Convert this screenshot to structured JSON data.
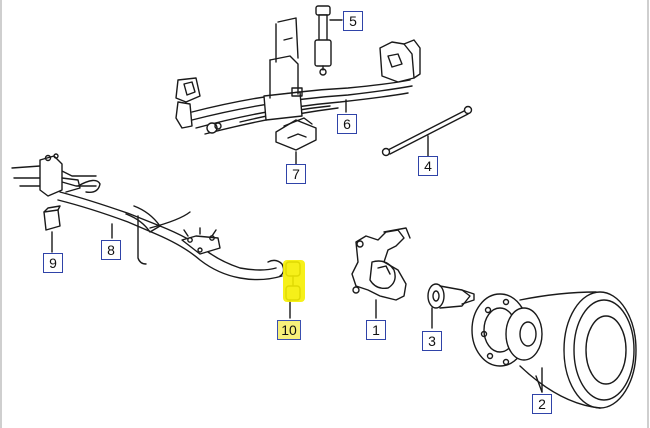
{
  "callouts": [
    {
      "id": "c1",
      "label": "1"
    },
    {
      "id": "c2",
      "label": "2"
    },
    {
      "id": "c3",
      "label": "3"
    },
    {
      "id": "c4",
      "label": "4"
    },
    {
      "id": "c5",
      "label": "5"
    },
    {
      "id": "c6",
      "label": "6"
    },
    {
      "id": "c7",
      "label": "7"
    },
    {
      "id": "c8",
      "label": "8"
    },
    {
      "id": "c9",
      "label": "9"
    },
    {
      "id": "c10",
      "label": "10"
    }
  ],
  "colors": {
    "line": "#1a1a1a",
    "callout_border": "#2f43a8",
    "highlight": "#f5ee00"
  }
}
